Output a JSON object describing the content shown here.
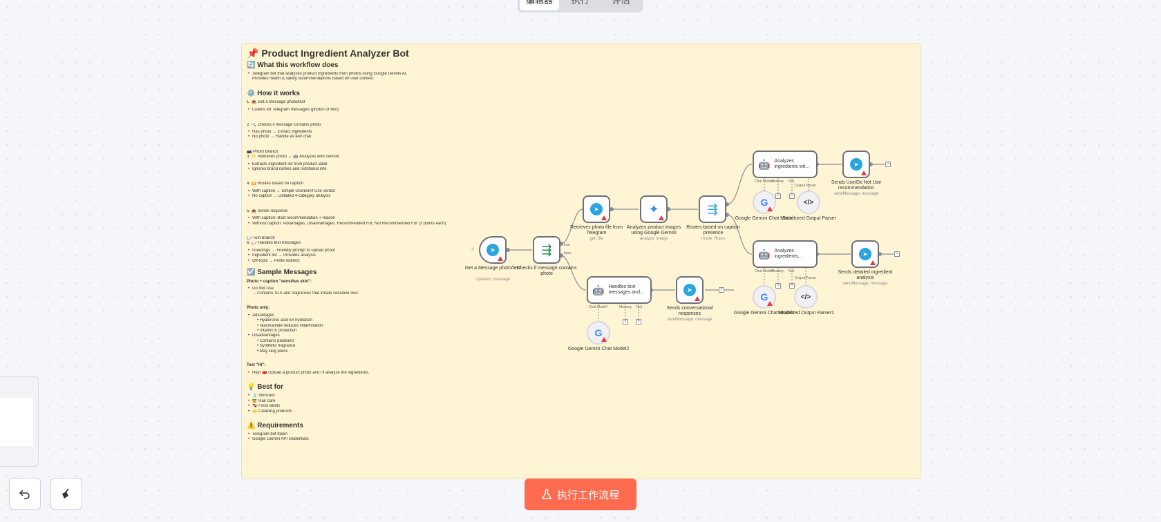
{
  "top_tabs": [
    "编辑器",
    "执行",
    "评估"
  ],
  "note": {
    "title": "📌 Product Ingredient Analyzer Bot",
    "what_title": "🔄 What this workflow does",
    "what_lines": [
      "Telegram bot that analyzes product ingredients from photos using Google Gemini AI.",
      "Provides health & safety recommendations based on user context."
    ],
    "how_title": "⚙️ How it works",
    "step1": "1. 📥 Get a Message photo/text",
    "step1_bullets": [
      "Listens for Telegram messages (photos or text)"
    ],
    "step2": "2. 🔍 Checks if message contains photo",
    "step2_bullets": [
      "Has photo → Extract ingredients",
      "No photo → Handle as text chat"
    ],
    "photo_branch": "📷 Photo Branch",
    "step3": "3. 📁 Retrieves photo → 🤖 Analyzes with Gemini",
    "step3_bullets": [
      "Extracts ingredient list from product label",
      "Ignores brand names and nutritional info"
    ],
    "step4": "4. 🔀 Routes based on caption",
    "step4_bullets": [
      "With caption → Simple Use/Don't Use verdict",
      "No caption → Detailed 4-category analysis"
    ],
    "step5": "5. 📤 Sends response",
    "step5_bullets": [
      "With caption: Bold recommendation + reason",
      "Without caption: Advantages, Disadvantages, Recommended For, Not Recommended For (3 points each)"
    ],
    "text_branch": "💬 Text Branch",
    "step6": "6. 💬 Handles text messages",
    "step6_bullets": [
      "Greetings → Friendly prompt to upload photo",
      "Ingredient list → Provides analysis",
      "Off-topic → Polite redirect"
    ],
    "samples_title": "☑️ Sample Messages",
    "sample1_title": "Photo + caption \"sensitive skin\":",
    "sample1_bullet": "Do Not Use",
    "sample1_sub": "– Contains SLS and fragrances that irritate sensitive skin.",
    "sample2_title": "Photo only:",
    "sample2_adv": "Advantages",
    "sample2_adv_items": [
      "• Hyaluronic acid for hydration",
      "• Niacinamide reduces inflammation",
      "• Vitamin E protection"
    ],
    "sample2_dis": "Disadvantages",
    "sample2_dis_items": [
      "• Contains parabens",
      "• Synthetic fragrance",
      "• May clog pores"
    ],
    "sample3_title": "Text \"Hi\":",
    "sample3_bullet": "Hey! 🍅 Upload a product photo and I'll analyze the ingredients.",
    "best_title": "💡 Best for",
    "best_items": [
      "🧴 Skincare",
      "💇 Hair care",
      "🍫 Food labels",
      "🧽 Cleaning products"
    ],
    "req_title": "⚠️ Requirements",
    "req_items": [
      "Telegram bot token",
      "Google Gemini API credentials"
    ]
  },
  "nodes": {
    "trigger": {
      "name": "Get a Message photo/text",
      "sub": "Updates: message"
    },
    "check": {
      "name": "Checks if message contains photo",
      "out_true": "true",
      "out_false": "false"
    },
    "retrieve": {
      "name": "Retrieves photo file from Telegram",
      "sub": "get: file"
    },
    "analyze_image": {
      "name": "Analyzes product images using Google Gemini",
      "sub": "analyze: image"
    },
    "route": {
      "name": "Routes based on caption presence",
      "sub": "mode: Rules"
    },
    "agent1": {
      "label": "Analyzes ingredients wit...",
      "ports": [
        "Chat Model*",
        "Memory",
        "Tool",
        "Output Parser"
      ]
    },
    "gemini1": {
      "name": "Google Gemini Chat Model"
    },
    "parser1": {
      "name": "Structured Output Parser"
    },
    "send1": {
      "name": "Sends Use/Do Not Use recommendation",
      "sub": "sendMessage: message"
    },
    "agent2": {
      "label": "Analyzes ingredients...",
      "ports": [
        "Chat Model*",
        "Memory",
        "Tool",
        "Output Parser"
      ]
    },
    "gemini2": {
      "name": "Google Gemini Chat Model1"
    },
    "parser2": {
      "name": "Structured Output Parser1"
    },
    "send2": {
      "name": "Sends detailed ingredient analysis",
      "sub": "sendMessage: message"
    },
    "agent3": {
      "label": "Handles text messages and...",
      "ports": [
        "Chat Model*",
        "Memory",
        "Tool"
      ]
    },
    "gemini3": {
      "name": "Google Gemini Chat Model2"
    },
    "send3": {
      "name": "Sends conversational responses",
      "sub": "sendMessage: message"
    }
  },
  "run_button": "执行工作流程",
  "colors": {
    "note_bg": "#fff4d3",
    "run_button": "#ff6b4f",
    "telegram": "#2aa5e0",
    "warning": "#e23b3b"
  }
}
